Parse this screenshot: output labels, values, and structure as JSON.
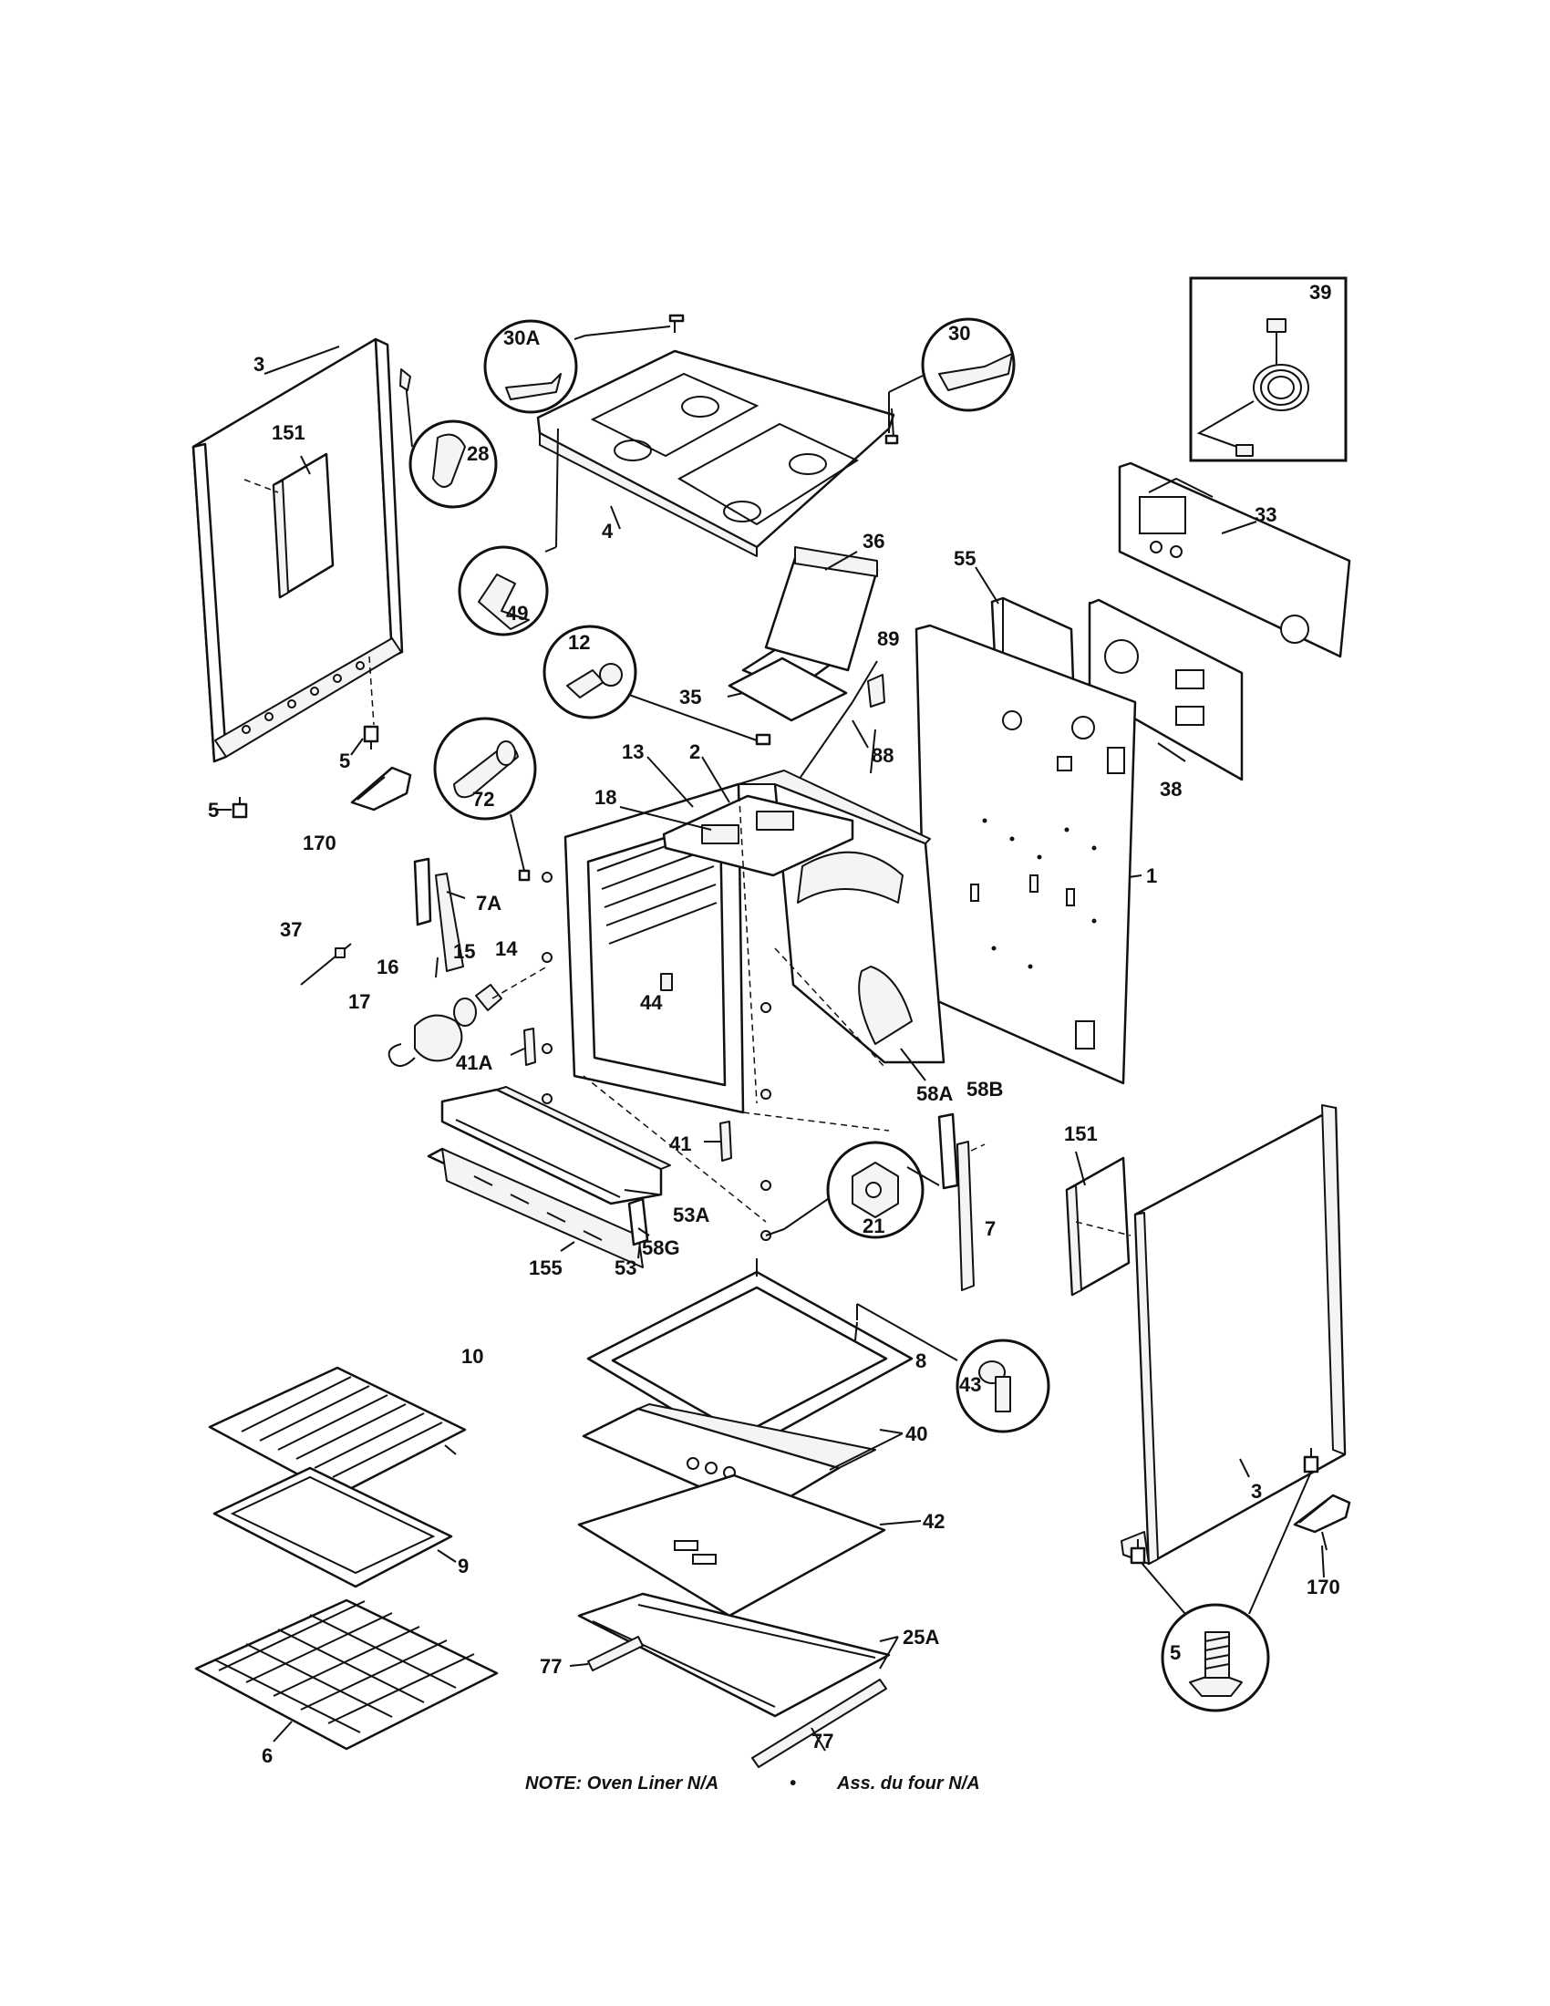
{
  "labels": {
    "l_3_left": "3",
    "l_151_left": "151",
    "l_28": "28",
    "l_30A": "30A",
    "l_30": "30",
    "l_39": "39",
    "l_4": "4",
    "l_49": "49",
    "l_36": "36",
    "l_33": "33",
    "l_55": "55",
    "l_12": "12",
    "l_35": "35",
    "l_89": "89",
    "l_88": "88",
    "l_38": "38",
    "l_5_a": "5",
    "l_5_b": "5",
    "l_170_left": "170",
    "l_72": "72",
    "l_13": "13",
    "l_2": "2",
    "l_18": "18",
    "l_1": "1",
    "l_7A": "7A",
    "l_37": "37",
    "l_15": "15",
    "l_14": "14",
    "l_16": "16",
    "l_17": "17",
    "l_44": "44",
    "l_41A": "41A",
    "l_58A": "58A",
    "l_58B": "58B",
    "l_151_right": "151",
    "l_41": "41",
    "l_53A": "53A",
    "l_21": "21",
    "l_7": "7",
    "l_58G": "58G",
    "l_155": "155",
    "l_53": "53",
    "l_10": "10",
    "l_8": "8",
    "l_43": "43",
    "l_40": "40",
    "l_9": "9",
    "l_42": "42",
    "l_3_right": "3",
    "l_25A": "25A",
    "l_170_right": "170",
    "l_77_a": "77",
    "l_6": "6",
    "l_77_b": "77",
    "l_5_c": "5"
  },
  "note": {
    "left": "NOTE: Oven Liner N/A",
    "bullet": "•",
    "right": "Ass. du four N/A"
  }
}
